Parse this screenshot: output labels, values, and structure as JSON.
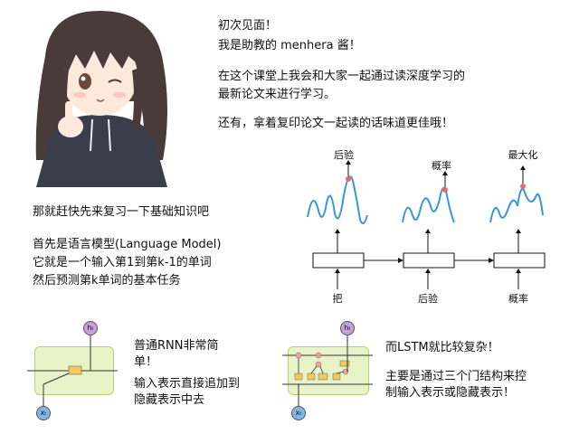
{
  "intro": {
    "line1": "初次见面！",
    "line2": "我是助教的 menhera 酱！",
    "line3": "在这个课堂上我会和大家一起通过读深度学习的",
    "line4": "最新论文来进行学习。",
    "line5": "还有，拿着复印论文一起读的话味道更佳哦！"
  },
  "review": {
    "line1": "那就赶快先来复习一下基础知识吧",
    "line2": "首先是语言模型(Language Model)",
    "line3": "它就是一个输入第1到第k-1的单词",
    "line4": "然后预测第k单词的基本任务"
  },
  "lm_diagram": {
    "top_labels": [
      "后验",
      "概率",
      "最大化"
    ],
    "bottom_labels": [
      "把",
      "后验",
      "概率"
    ]
  },
  "rnn": {
    "text_lines": [
      "普通RNN非常简",
      "单！",
      "输入表示直接追加到",
      "隐藏表示中去"
    ],
    "node_h": "hₜ",
    "node_x": "xₜ"
  },
  "lstm": {
    "text_lines": [
      "而LSTM就比较复杂！",
      "主要是通过三个门结构来控",
      "制输入表示或隐藏表示！"
    ],
    "node_h": "hₜ",
    "node_x": "xₜ"
  },
  "colors": {
    "wave": "#3a96d8",
    "peak": "#e96a63",
    "cell_bg": "#e8f3c8",
    "cell_border": "#b5d17a",
    "h_node": "#c9a0dc",
    "x_node": "#7fb8e6"
  }
}
